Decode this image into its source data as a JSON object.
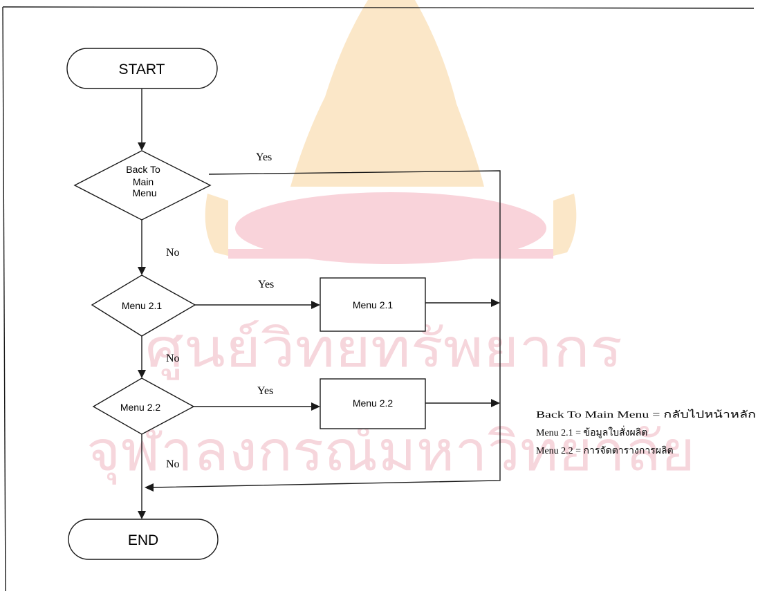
{
  "nodes": {
    "start": "START",
    "back_to_main": [
      "Back To",
      "Main",
      "Menu"
    ],
    "menu21_decision": "Menu 2.1",
    "menu21_process": "Menu 2.1",
    "menu22_decision": "Menu 2.2",
    "menu22_process": "Menu 2.2",
    "end": "END"
  },
  "edge_labels": {
    "back_yes": "Yes",
    "back_no": "No",
    "menu21_yes": "Yes",
    "menu21_no": "No",
    "menu22_yes": "Yes",
    "menu22_no": "No"
  },
  "legend": [
    "Back To Main Menu = กลับไปหน้าหลัก",
    "Menu 2.1 = ข้อมูลใบสั่งผลิต",
    "Menu 2.2 = การจัดตารางการผลิต"
  ],
  "watermark": {
    "line1": "ศูนย์วิทยทรัพยากร",
    "line2": "จุฬาลงกรณ์มหาวิทยาลัย"
  }
}
